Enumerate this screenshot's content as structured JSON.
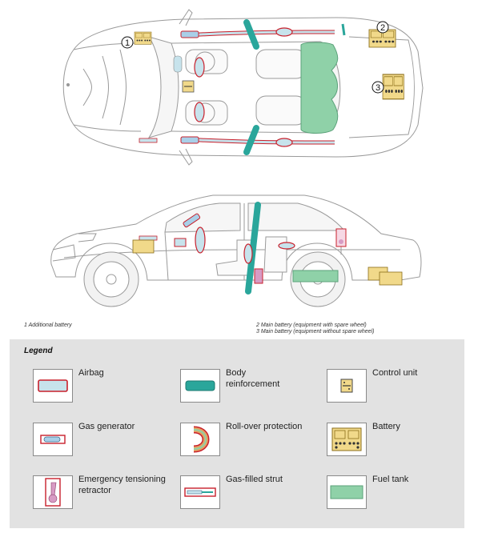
{
  "callouts": [
    "1",
    "2",
    "3"
  ],
  "footnotes": {
    "one": "1  Additional battery",
    "two": "2   Main battery (equipment with spare wheel)",
    "three": "3   Main battery (equipment without spare wheel)"
  },
  "legend": {
    "title": "Legend",
    "items": [
      {
        "key": "airbag",
        "label": "Airbag",
        "icon": "airbag-icon"
      },
      {
        "key": "body-reinforcement",
        "label": "Body reinforcement",
        "icon": "body-reinforcement-icon"
      },
      {
        "key": "control-unit",
        "label": "Control unit",
        "icon": "control-unit-icon"
      },
      {
        "key": "gas-generator",
        "label": "Gas generator",
        "icon": "gas-generator-icon"
      },
      {
        "key": "roll-over-protection",
        "label": "Roll-over protection",
        "icon": "roll-over-protection-icon"
      },
      {
        "key": "battery",
        "label": "Battery",
        "icon": "battery-icon"
      },
      {
        "key": "emergency-tensioning-retractor",
        "label": "Emergency tensioning retractor",
        "icon": "tensioning-retractor-icon"
      },
      {
        "key": "gas-filled-strut",
        "label": "Gas-filled strut",
        "icon": "gas-strut-icon"
      },
      {
        "key": "fuel-tank",
        "label": "Fuel tank",
        "icon": "fuel-tank-icon"
      }
    ]
  },
  "colors": {
    "airbag_fill": "#c7e3ec",
    "airbag_stroke": "#c8202c",
    "reinforcement": "#2aa69b",
    "battery": "#f1d98a",
    "fuel_tank": "#8fd1a8",
    "gas_generator": "#a9cfe8",
    "rollover": "#e5a062",
    "tensioner": "#d79bc4",
    "legend_bg": "#e2e2e2"
  }
}
